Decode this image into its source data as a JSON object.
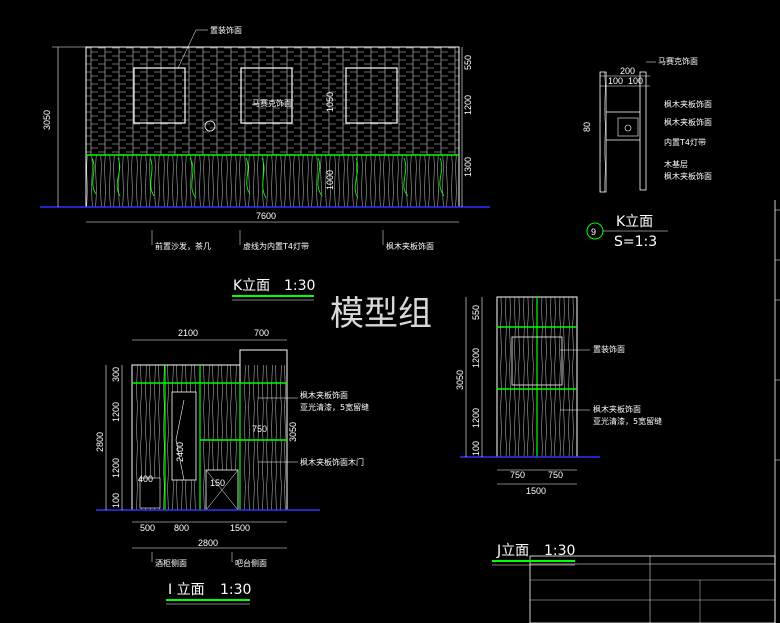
{
  "watermark": "模型组",
  "colors": {
    "background": "#000000",
    "line": "#ffffff",
    "accent": "#00ff00",
    "baseline": "#3030ff"
  },
  "k_elevation": {
    "title": "K立面",
    "scale": "1:30",
    "label_top": "置装饰面",
    "label_center": "马赛克饰面",
    "label_bottom_left": "前置沙发，茶几",
    "label_bottom_mid": "虚线为内置T4灯带",
    "label_bottom_right": "枫木夹板饰面",
    "width": "7600",
    "height": "3050",
    "segments": [
      "550",
      "1200",
      "1300"
    ],
    "inner_height": "1050",
    "inner_seg": "1000"
  },
  "detail_9": {
    "number": "9",
    "title": "K立面",
    "scale": "S=1:3",
    "dims_top": [
      "200",
      "100",
      "100"
    ],
    "dim_side": "80",
    "labels": [
      "马赛克饰面",
      "枫木夹板饰面",
      "枫木夹板饰面",
      "内置T4灯带",
      "木基层",
      "枫木夹板饰面"
    ]
  },
  "i_elevation": {
    "title": "I 立面",
    "scale": "1:30",
    "dims_top": [
      "2100",
      "700"
    ],
    "dims_left": [
      "300",
      "1200",
      "1200",
      "100"
    ],
    "total_height": "2800",
    "inner_2400": "2400",
    "inner_750": "750",
    "right_3050": "3050",
    "dims_bottom": [
      "500",
      "800",
      "1500"
    ],
    "total_width": "2800",
    "small_a": "400",
    "small_b": "150",
    "label_1": "枫木夹板饰面",
    "label_1b": "亚光清漆，5宽留缝",
    "label_2": "枫木夹板饰面木门",
    "bottom_left": "酒柜侧面",
    "bottom_right": "吧台侧面"
  },
  "j_elevation": {
    "title": "J立面",
    "scale": "1:30",
    "dims_left": [
      "550",
      "1200",
      "1200",
      "100"
    ],
    "total_height": "3050",
    "dims_bottom": [
      "750",
      "750"
    ],
    "total_width": "1500",
    "label_1": "置装饰面",
    "label_2": "枫木夹板饰面",
    "label_2b": "亚光清漆，5宽留缝"
  }
}
